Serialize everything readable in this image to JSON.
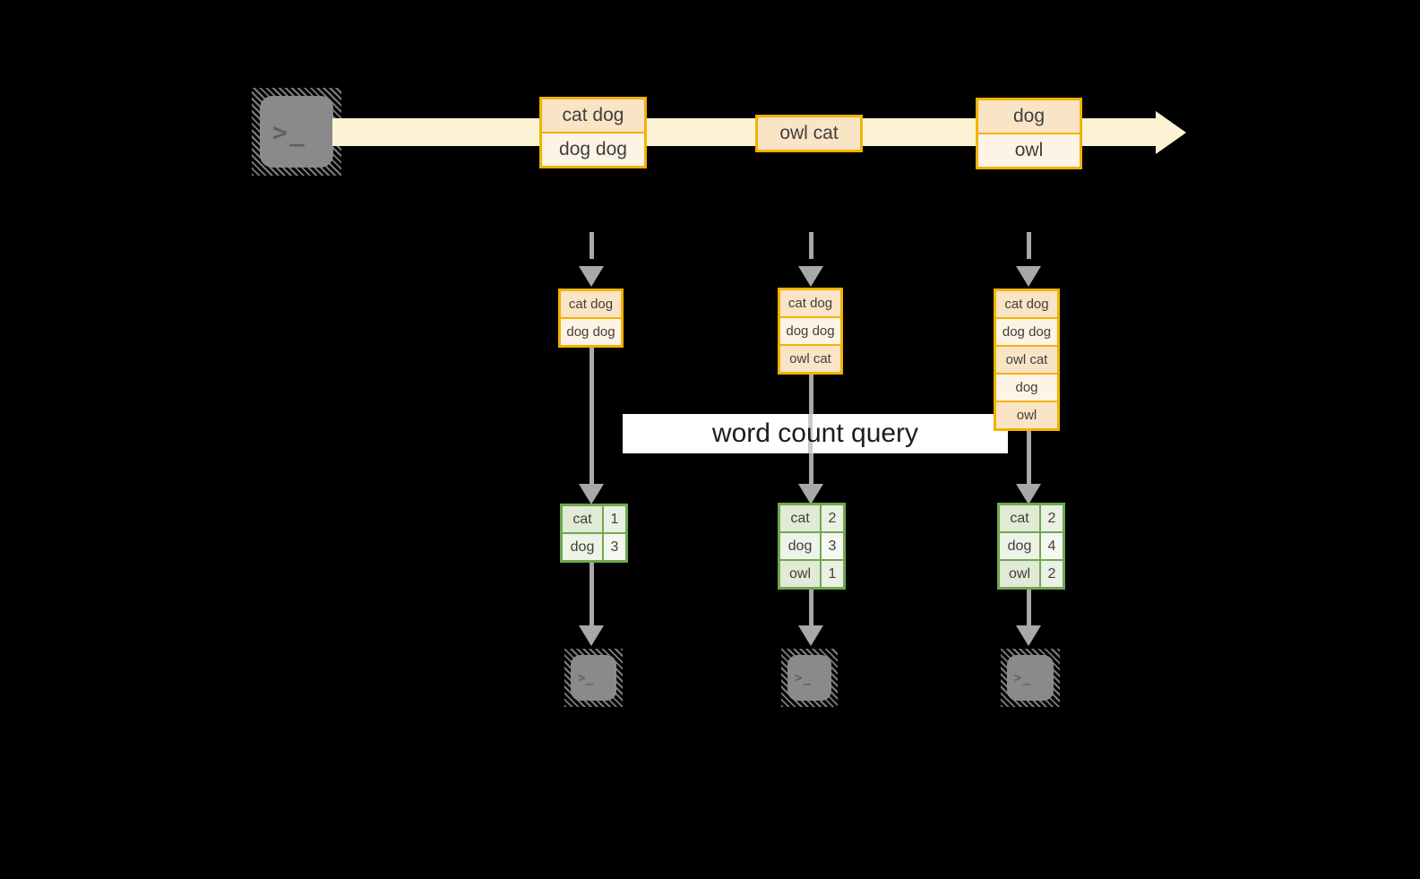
{
  "palette": {
    "background": "#000000",
    "stream_band": "#FCF3D4",
    "record_border": "#F2B200",
    "record_fill_dark": "#FAE4C6",
    "record_fill_light": "#FDF4E5",
    "table_border": "#6FA850",
    "table_fill_dark": "#E0EAD5",
    "table_fill_light": "#EDF3E6",
    "arrow_gray": "#A8A8A8",
    "terminal_gray": "#8A8A8A",
    "query_box_bg": "#FFFFFF"
  },
  "source": {
    "icon": "terminal-icon",
    "glyph": ">_"
  },
  "timeline": {
    "batches": [
      {
        "items": [
          "cat dog",
          "dog dog"
        ]
      },
      {
        "items": [
          "owl cat"
        ]
      },
      {
        "items": [
          "dog",
          "owl"
        ]
      }
    ]
  },
  "query": {
    "label": "word count query"
  },
  "columns": [
    {
      "stack": [
        "cat dog",
        "dog dog"
      ],
      "counts": [
        {
          "word": "cat",
          "count": "1"
        },
        {
          "word": "dog",
          "count": "3"
        }
      ],
      "sink": {
        "icon": "terminal-icon",
        "glyph": ">_"
      }
    },
    {
      "stack": [
        "cat dog",
        "dog dog",
        "owl cat"
      ],
      "counts": [
        {
          "word": "cat",
          "count": "2"
        },
        {
          "word": "dog",
          "count": "3"
        },
        {
          "word": "owl",
          "count": "1"
        }
      ],
      "sink": {
        "icon": "terminal-icon",
        "glyph": ">_"
      }
    },
    {
      "stack": [
        "cat dog",
        "dog dog",
        "owl cat",
        "dog",
        "owl"
      ],
      "counts": [
        {
          "word": "cat",
          "count": "2"
        },
        {
          "word": "dog",
          "count": "4"
        },
        {
          "word": "owl",
          "count": "2"
        }
      ],
      "sink": {
        "icon": "terminal-icon",
        "glyph": ">_"
      }
    }
  ]
}
